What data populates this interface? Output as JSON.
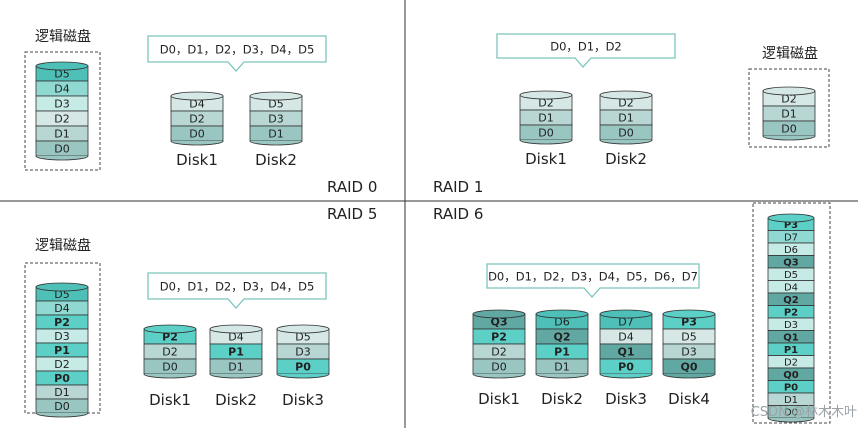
{
  "colors": {
    "line": "#333333",
    "callout_border": "#7bc5bc",
    "dash_border": "#444444",
    "stack_top": [
      "#4fc0b8",
      "#8fd9d2",
      "#c6ebe7"
    ],
    "stack_bottom": [
      "#9ac6c2",
      "#b8d6d3",
      "#d5e8e6"
    ],
    "parity_p": "#5ccfc6",
    "parity_q": "#62a8a2"
  },
  "watermark": "CSDN @林木木叶",
  "panels": {
    "raid0": {
      "label": "RAID 0",
      "logical_title": "逻辑磁盘",
      "callout": "D0，D1，D2，D3，D4，D5",
      "logical": [
        "D5",
        "D4",
        "D3",
        "D2",
        "D1",
        "D0"
      ],
      "disks": [
        {
          "name": "Disk1",
          "blocks": [
            "D4",
            "D2",
            "D0"
          ]
        },
        {
          "name": "Disk2",
          "blocks": [
            "D5",
            "D3",
            "D1"
          ]
        }
      ]
    },
    "raid1": {
      "label": "RAID 1",
      "logical_title": "逻辑磁盘",
      "callout": "D0，D1，D2",
      "logical": [
        "D2",
        "D1",
        "D0"
      ],
      "disks": [
        {
          "name": "Disk1",
          "blocks": [
            "D2",
            "D1",
            "D0"
          ]
        },
        {
          "name": "Disk2",
          "blocks": [
            "D2",
            "D1",
            "D0"
          ]
        }
      ]
    },
    "raid5": {
      "label": "RAID 5",
      "logical_title": "逻辑磁盘",
      "callout": "D0，D1，D2，D3，D4，D5",
      "logical": [
        "D5",
        "D4",
        "P2",
        "D3",
        "P1",
        "D2",
        "P0",
        "D1",
        "D0"
      ],
      "disks": [
        {
          "name": "Disk1",
          "blocks": [
            "P2",
            "D2",
            "D0"
          ]
        },
        {
          "name": "Disk2",
          "blocks": [
            "D4",
            "P1",
            "D1"
          ]
        },
        {
          "name": "Disk3",
          "blocks": [
            "D5",
            "D3",
            "P0"
          ]
        }
      ]
    },
    "raid6": {
      "label": "RAID 6",
      "callout": "D0，D1，D2，D3，D4，D5，D6，D7",
      "logical": [
        "P3",
        "D7",
        "D6",
        "Q3",
        "D5",
        "D4",
        "Q2",
        "P2",
        "D3",
        "Q1",
        "P1",
        "D2",
        "Q0",
        "P0",
        "D1",
        "D0"
      ],
      "disks": [
        {
          "name": "Disk1",
          "blocks": [
            "Q3",
            "P2",
            "D2",
            "D0"
          ]
        },
        {
          "name": "Disk2",
          "blocks": [
            "D6",
            "Q2",
            "P1",
            "D1"
          ]
        },
        {
          "name": "Disk3",
          "blocks": [
            "D7",
            "D4",
            "Q1",
            "P0"
          ]
        },
        {
          "name": "Disk4",
          "blocks": [
            "P3",
            "D5",
            "D3",
            "Q0"
          ]
        }
      ]
    }
  }
}
